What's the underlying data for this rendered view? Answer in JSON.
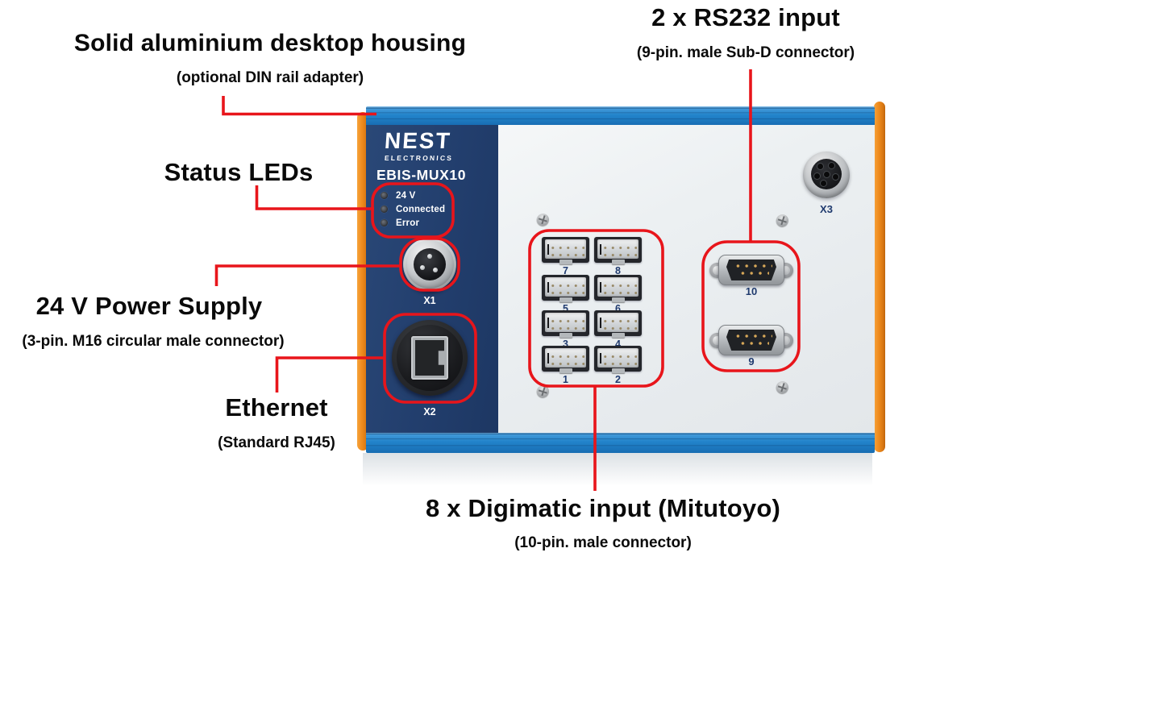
{
  "annotations": {
    "housing": {
      "title": "Solid aluminium desktop housing",
      "subtitle": "(optional DIN rail adapter)"
    },
    "rs232": {
      "title": "2 x RS232 input",
      "subtitle": "(9-pin. male Sub-D connector)"
    },
    "status_leds": {
      "title": "Status LEDs"
    },
    "power": {
      "title": "24 V Power Supply",
      "subtitle": "(3-pin. M16 circular male connector)"
    },
    "ethernet": {
      "title": "Ethernet",
      "subtitle": "(Standard RJ45)"
    },
    "digimatic": {
      "title": "8 x Digimatic input (Mitutoyo)",
      "subtitle": "(10-pin. male connector)"
    }
  },
  "device": {
    "brand": "NEST",
    "brand_sub": "ELECTRONICS",
    "model": "EBIS-MUX10",
    "leds": [
      {
        "label": "24 V"
      },
      {
        "label": "Connected"
      },
      {
        "label": "Error"
      }
    ],
    "ports": {
      "x1": "X1",
      "x2": "X2",
      "x3": "X3",
      "digimatic": [
        "7",
        "8",
        "5",
        "6",
        "3",
        "4",
        "1",
        "2"
      ],
      "rs232": [
        "10",
        "9"
      ]
    }
  },
  "colors": {
    "annotation_red": "#e8151b",
    "housing_orange": "#ee8a1c",
    "housing_blue": "#2384cb",
    "panel_navy": "#223e6d",
    "panel_light": "#e9edf0",
    "port_label_navy": "#1f3a6e",
    "text_black": "#0a0a0a"
  }
}
